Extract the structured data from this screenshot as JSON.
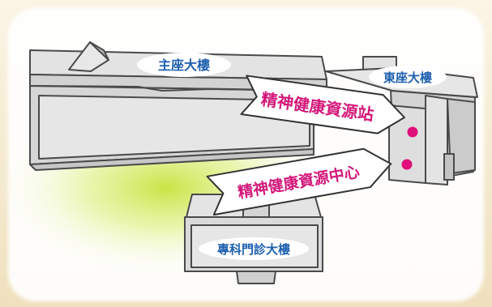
{
  "buildings": {
    "main": "主座大樓",
    "east": "東座大樓",
    "outpatient": "專科門診大樓"
  },
  "callouts": {
    "station": "精神健康資源站",
    "centre": "精神健康資源中心"
  },
  "colors": {
    "background": "#f6ecd3",
    "panel": "#ffffff",
    "building_fill": "#dcdcdc",
    "building_edge": "#4a4a4a",
    "building_label": "#1d5fae",
    "callout_text": "#d4187a",
    "marker": "#e0107a",
    "glow": "#c8e23c"
  }
}
